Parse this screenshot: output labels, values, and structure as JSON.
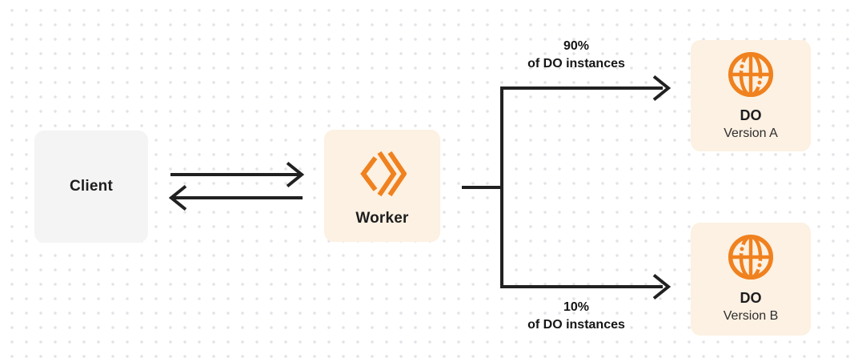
{
  "colors": {
    "background": "#ffffff",
    "dot_grid": "#e3e3e7",
    "client_box": "#f4f4f5",
    "cloudflare_box": "#fcf1e2",
    "accent_orange": "#f0811f",
    "line": "#212121",
    "text_primary": "#1d1d1f",
    "text_secondary": "#2e2e30"
  },
  "nodes": {
    "client": {
      "label": "Client"
    },
    "worker": {
      "label": "Worker",
      "icon": "cloudflare-workers-logo"
    },
    "do_a": {
      "title": "DO",
      "subtitle": "Version A",
      "icon": "durable-object-globe"
    },
    "do_b": {
      "title": "DO",
      "subtitle": "Version B",
      "icon": "durable-object-globe"
    }
  },
  "edges": {
    "client_worker": {
      "description": "bidirectional arrows between Client and Worker"
    },
    "top_branch": {
      "percent": "90%",
      "caption": "of DO instances"
    },
    "bottom_branch": {
      "percent": "10%",
      "caption": "of DO instances"
    }
  }
}
